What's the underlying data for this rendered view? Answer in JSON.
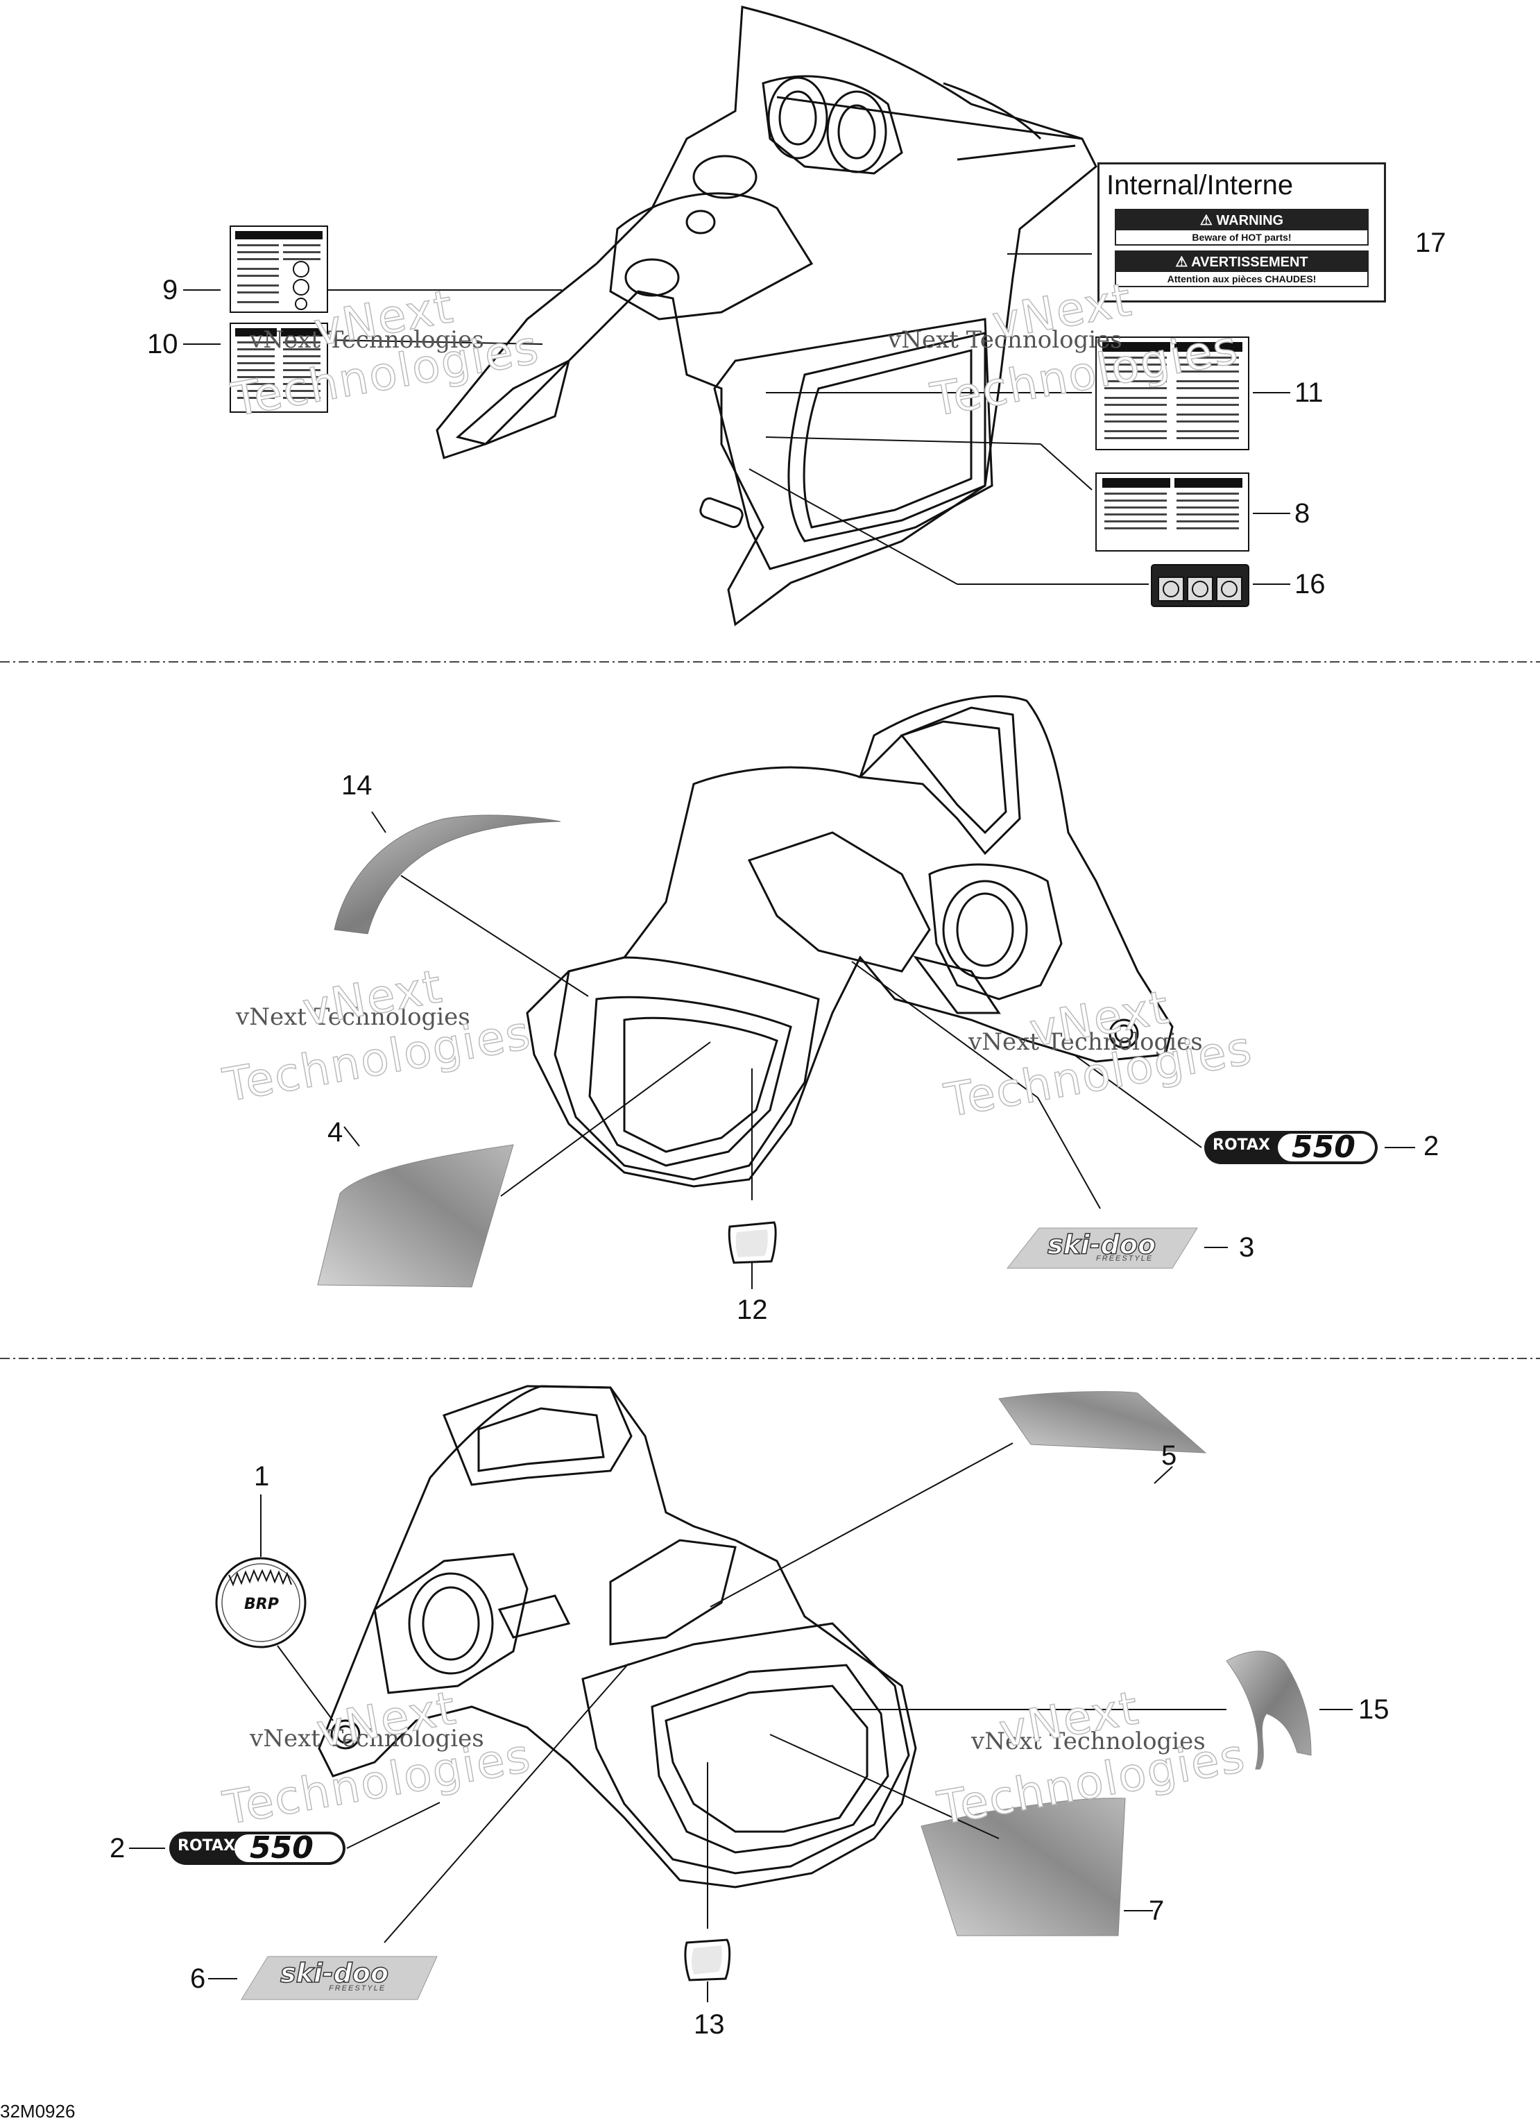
{
  "callouts": {
    "c1": "1",
    "c2a": "2",
    "c2b": "2",
    "c3": "3",
    "c4": "4",
    "c5": "5",
    "c6": "6",
    "c7": "7",
    "c8": "8",
    "c9": "9",
    "c10": "10",
    "c11": "11",
    "c12": "12",
    "c13": "13",
    "c14": "14",
    "c15": "15",
    "c16": "16",
    "c17": "17"
  },
  "label_17": {
    "title": "Internal/Interne",
    "warning_head": "⚠ WARNING",
    "warning_body": "Beware of HOT parts!",
    "avert_head": "⚠ AVERTISSEMENT",
    "avert_body": "Attention aux pièces CHAUDES!"
  },
  "decals": {
    "rotax_word": "ROTAX",
    "rotax_number": "550",
    "skidoo_word": "ski-doo",
    "skidoo_sub": "FREESTYLE",
    "brp_word": "BRP"
  },
  "watermark": {
    "text_small": "vNext Technologies",
    "text_big_1": "vNext",
    "text_big_2": "Technologies"
  },
  "footer": {
    "code": "32M0926"
  }
}
